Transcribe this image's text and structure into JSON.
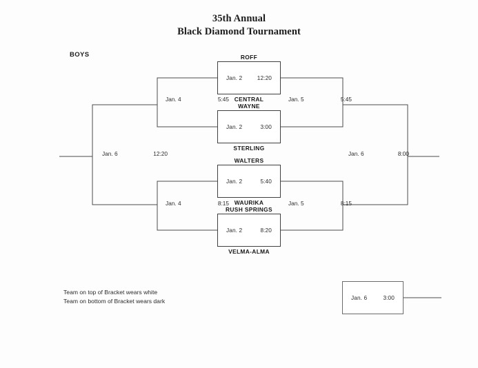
{
  "document": {
    "title_line_1": "35th Annual",
    "title_line_2": "Black Diamond Tournament",
    "division_label": "BOYS"
  },
  "bracket": {
    "first_round": [
      {
        "id": "game-1",
        "top_team": "ROFF",
        "bottom_team": "CENTRAL",
        "date": "Jan. 2",
        "time": "12:20"
      },
      {
        "id": "game-2",
        "top_team": "WAYNE",
        "bottom_team": "STERLING",
        "date": "Jan. 2",
        "time": "3:00"
      },
      {
        "id": "game-3",
        "top_team": "WALTERS",
        "bottom_team": "WAURIKA",
        "date": "Jan. 2",
        "time": "5:40"
      },
      {
        "id": "game-4",
        "top_team": "RUSH SPRINGS",
        "bottom_team": "VELMA-ALMA",
        "date": "Jan. 2",
        "time": "8:20"
      }
    ],
    "left_semifinals": [
      {
        "id": "left-semi-upper",
        "date": "Jan. 4",
        "time": "5:45"
      },
      {
        "id": "left-semi-lower",
        "date": "Jan. 4",
        "time": "8:15"
      }
    ],
    "right_semifinals": [
      {
        "id": "right-semi-upper",
        "date": "Jan. 5",
        "time": "5:45"
      },
      {
        "id": "right-semi-lower",
        "date": "Jan. 5",
        "time": "8:15"
      }
    ],
    "left_final": {
      "id": "left-final",
      "date": "Jan. 6",
      "time": "12:20"
    },
    "right_final": {
      "id": "right-final",
      "date": "Jan. 6",
      "time": "8:00"
    },
    "consolation": {
      "id": "consolation-game",
      "date": "Jan. 6",
      "time": "3:00"
    }
  },
  "legend": {
    "line_1": "Team on top of Bracket wears white",
    "line_2": "Team on bottom of Bracket wears dark"
  },
  "colors": {
    "line": "#4a4a4a",
    "box_border": "#3f3f3f",
    "text": "#231f20",
    "page_background": "#fdfdfd"
  }
}
